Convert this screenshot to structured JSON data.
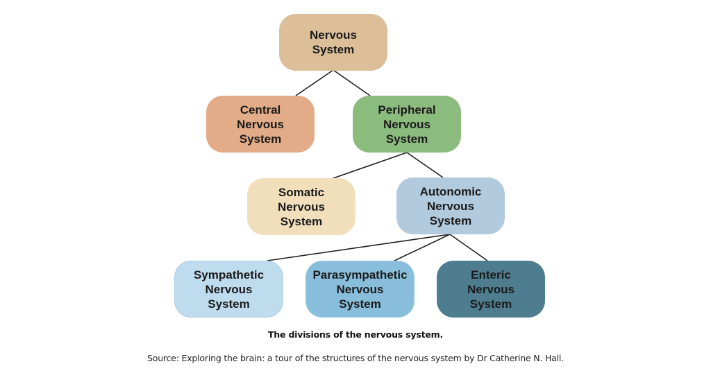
{
  "diagram": {
    "type": "hierarchy-tree",
    "nodes": [
      {
        "id": "nervous",
        "label": "Nervous\nSystem",
        "color": "#dcbf99",
        "parent": null
      },
      {
        "id": "central",
        "label": "Central\nNervous\nSystem",
        "color": "#e3ac88",
        "parent": "nervous"
      },
      {
        "id": "peripheral",
        "label": "Peripheral\nNervous\nSystem",
        "color": "#8cbb7e",
        "parent": "nervous"
      },
      {
        "id": "somatic",
        "label": "Somatic\nNervous\nSystem",
        "color": "#f1dfbb",
        "parent": "peripheral"
      },
      {
        "id": "autonomic",
        "label": "Autonomic\nNervous\nSystem",
        "color": "#b1cade",
        "parent": "peripheral"
      },
      {
        "id": "sympathetic",
        "label": "Sympathetic\nNervous\nSystem",
        "color": "#bfdcee",
        "parent": "autonomic"
      },
      {
        "id": "parasympathetic",
        "label": "Parasympathetic\nNervous\nSystem",
        "color": "#88bedb",
        "parent": "autonomic"
      },
      {
        "id": "enteric",
        "label": "Enteric\nNervous\nSystem",
        "color": "#4f7d90",
        "parent": "autonomic"
      }
    ],
    "connector_color": "#1f1f1f"
  },
  "caption": {
    "title": "The divisions of the nervous system.",
    "source": "Source: Exploring the brain: a tour of the structures of the nervous system by Dr Catherine N. Hall."
  }
}
